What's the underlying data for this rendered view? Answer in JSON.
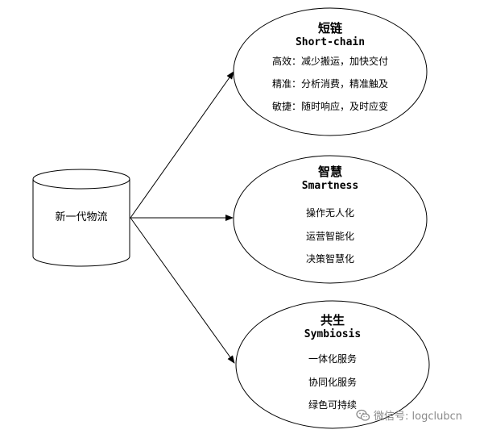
{
  "center_node": {
    "label": "新一代物流"
  },
  "branches": [
    {
      "title": "短链",
      "subtitle": "Short-chain",
      "items": [
        "高效：减少搬运，加快交付",
        "精准：分析消费，精准触及",
        "敏捷：随时响应，及时应变"
      ]
    },
    {
      "title": "智慧",
      "subtitle": "Smartness",
      "items": [
        "操作无人化",
        "运营智能化",
        "决策智慧化"
      ]
    },
    {
      "title": "共生",
      "subtitle": "Symbiosis",
      "items": [
        "一体化服务",
        "协同化服务",
        "绿色可持续"
      ]
    }
  ],
  "watermark": {
    "text": "微信号: logclubcn",
    "icon": "wechat-icon"
  }
}
